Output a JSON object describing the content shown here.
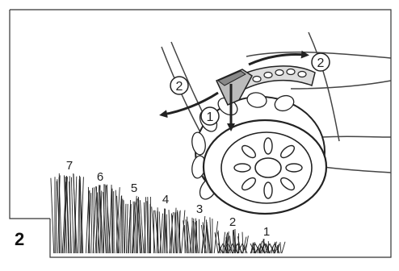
{
  "figure": {
    "number": "2"
  },
  "callouts": {
    "push": "1",
    "rotate_left": "2",
    "rotate_right": "2"
  },
  "height_levels": [
    "7",
    "6",
    "5",
    "4",
    "3",
    "2",
    "1"
  ]
}
